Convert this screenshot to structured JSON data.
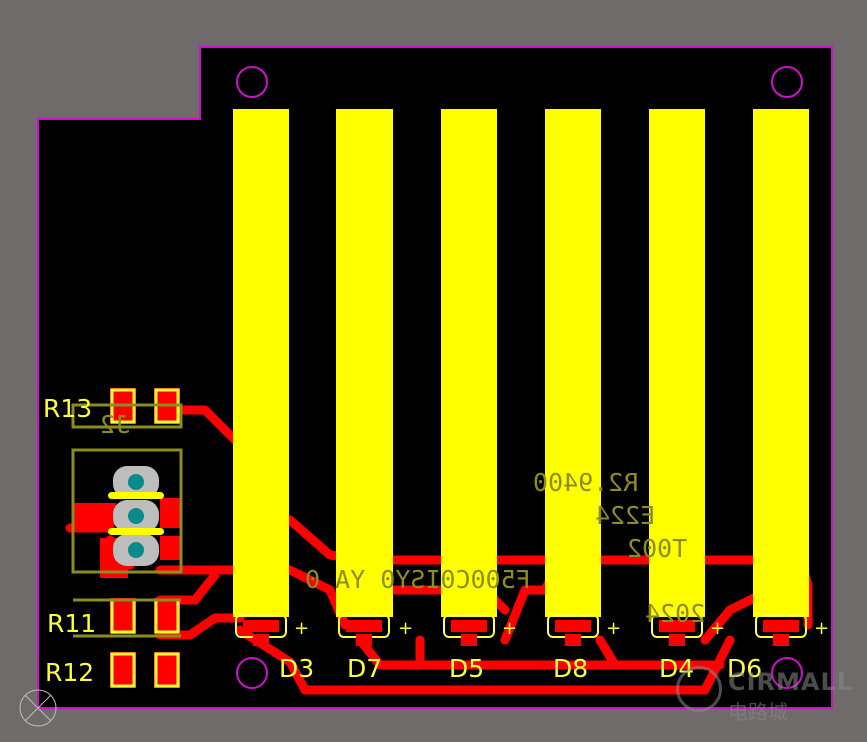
{
  "board": {
    "colors": {
      "background": "#6f6b6b",
      "board_fill": "#000000",
      "outline": "#cc11cc",
      "top_copper": "#ff0000",
      "pad": "#ffff00",
      "silkscreen": "#ffff3a",
      "bottom_silkscreen": "#8d8d1f",
      "drill": "#bdbdbd",
      "via_center": "#0a8a8a"
    },
    "designators": {
      "r13": "R13",
      "r11": "R11",
      "r12": "R12",
      "d3": "D3",
      "d7": "D7",
      "d5": "D5",
      "d8": "D8",
      "d4": "D4",
      "d6": "D6",
      "j2": "J2"
    },
    "bottom_text": {
      "line1": "R2.9400",
      "line2": "E224",
      "line3": "T002",
      "line4": "F500C0ISY0 YA 0",
      "line5": "2024"
    },
    "led_polarity_mark": "+",
    "watermark": {
      "brand": "CIRMALL",
      "cn": "电路城"
    }
  }
}
